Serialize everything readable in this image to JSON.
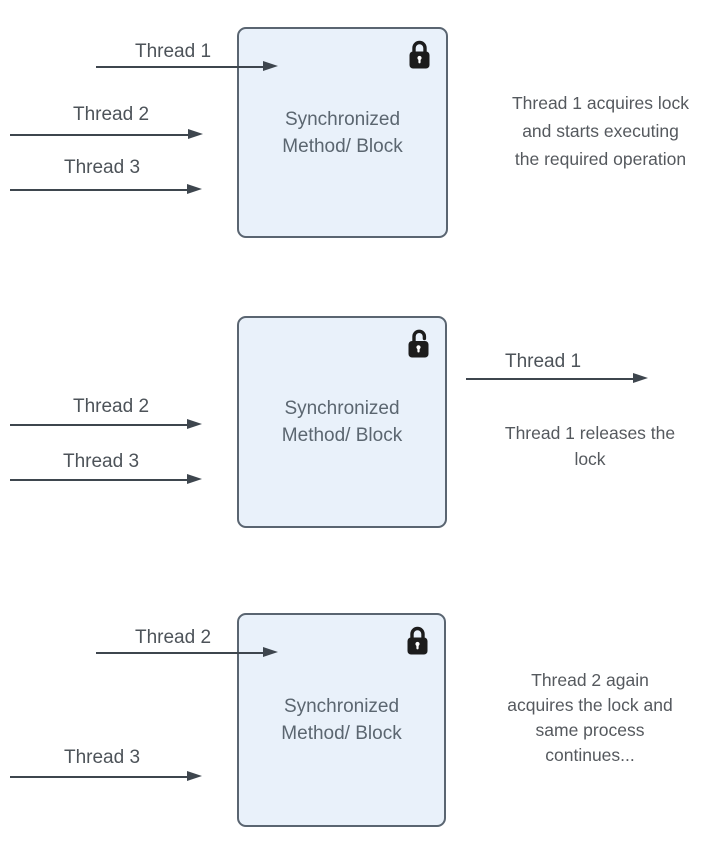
{
  "panels": [
    {
      "stage": "acquire",
      "lock_state": "locked",
      "box_title_line1": "Synchronized",
      "box_title_line2": "Method/ Block",
      "threads": [
        {
          "label": "Thread 1",
          "enters_box": true
        },
        {
          "label": "Thread 2",
          "enters_box": false
        },
        {
          "label": "Thread 3",
          "enters_box": false
        }
      ],
      "caption_lines": [
        "Thread 1 acquires lock",
        "and starts executing",
        "the required operation"
      ]
    },
    {
      "stage": "release",
      "lock_state": "unlocked",
      "box_title_line1": "Synchronized",
      "box_title_line2": "Method/ Block",
      "threads": [
        {
          "label": "Thread 2",
          "enters_box": false
        },
        {
          "label": "Thread 3",
          "enters_box": false
        }
      ],
      "exit_thread": {
        "label": "Thread 1"
      },
      "caption_lines": [
        "Thread 1 releases the",
        "lock"
      ]
    },
    {
      "stage": "reacquire",
      "lock_state": "locked",
      "box_title_line1": "Synchronized",
      "box_title_line2": "Method/ Block",
      "threads": [
        {
          "label": "Thread 2",
          "enters_box": true
        },
        {
          "label": "Thread 3",
          "enters_box": false
        }
      ],
      "caption_lines": [
        "Thread 2 again",
        "acquires the lock and",
        "same process",
        "continues..."
      ]
    }
  ],
  "colors": {
    "box_fill": "#e9f1fa",
    "box_border": "#5a6571",
    "box_title": "#5b6670",
    "arrow": "#3e464e",
    "label_text": "#4d5359",
    "caption_text": "#55595e",
    "lock": "#1c1c1c"
  }
}
